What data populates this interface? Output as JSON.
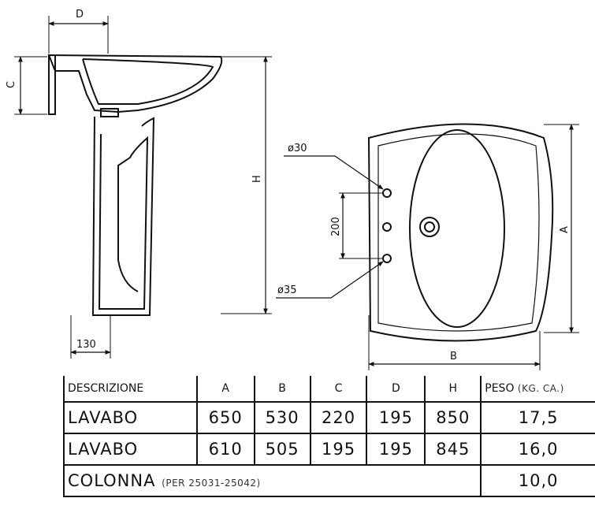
{
  "drawing": {
    "dimension_labels": {
      "D": "D",
      "C": "C",
      "H": "H",
      "A": "A",
      "B": "B",
      "hole_spacing": "200",
      "pedestal_width": "130",
      "tap_hole": "ø30",
      "overflow_hole": "ø35"
    }
  },
  "table": {
    "headers": [
      "DESCRIZIONE",
      "A",
      "B",
      "C",
      "D",
      "H"
    ],
    "weight_header": "PESO",
    "weight_unit": "(KG. CA.)",
    "rows": [
      {
        "desc": "LAVABO",
        "A": "650",
        "B": "530",
        "C": "220",
        "D": "195",
        "H": "850",
        "peso": "17,5"
      },
      {
        "desc": "LAVABO",
        "A": "610",
        "B": "505",
        "C": "195",
        "D": "195",
        "H": "845",
        "peso": "16,0"
      }
    ],
    "column_row": {
      "desc": "COLONNA",
      "note": "(PER 25031-25042)",
      "peso": "10,0"
    }
  }
}
